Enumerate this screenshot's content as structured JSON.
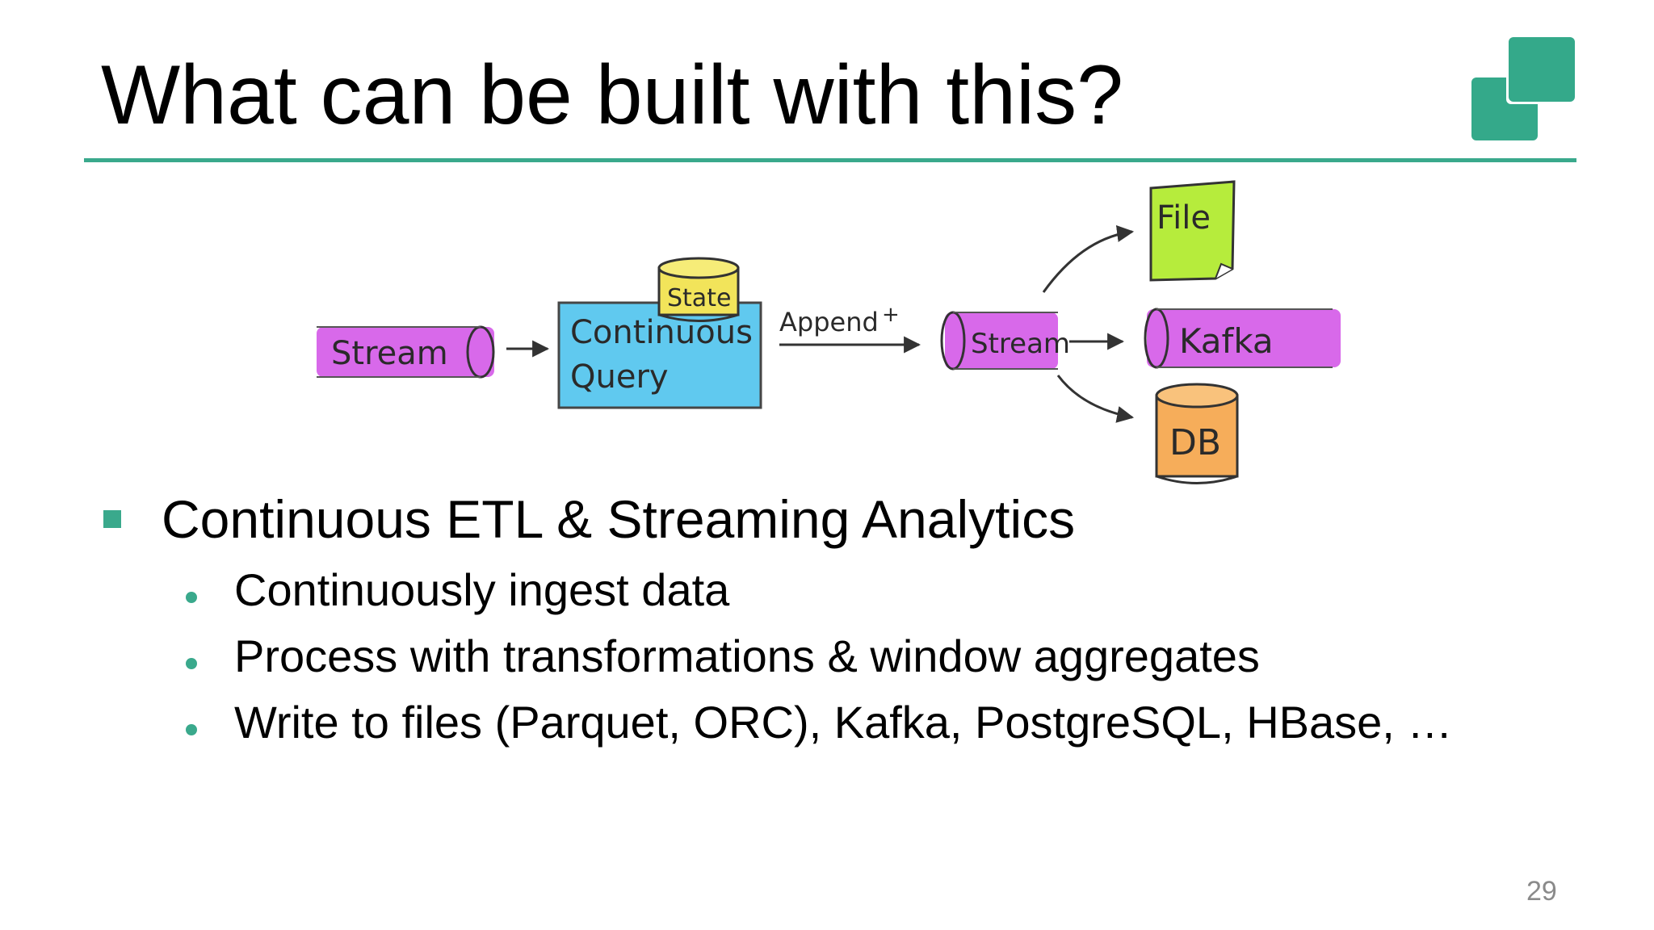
{
  "slide": {
    "title": "What can be built with this?",
    "page_number": "29",
    "accent_color": "#3aa98c"
  },
  "diagram": {
    "source_stream": "Stream",
    "query_line1": "Continuous",
    "query_line2": "Query",
    "state": "State",
    "append_label": "Append",
    "output_stream": "Stream",
    "sinks": {
      "file": "File",
      "kafka": "Kafka",
      "db": "DB"
    },
    "colors": {
      "stream": "#d14fe6",
      "query": "#4fc4ee",
      "state": "#f2e45a",
      "file": "#b6ec3c",
      "db": "#f6ad5a"
    }
  },
  "bullets": {
    "main": "Continuous ETL & Streaming Analytics",
    "sub": [
      "Continuously ingest data",
      "Process with transformations & window aggregates",
      "Write to files (Parquet, ORC), Kafka, PostgreSQL, HBase, …"
    ]
  }
}
